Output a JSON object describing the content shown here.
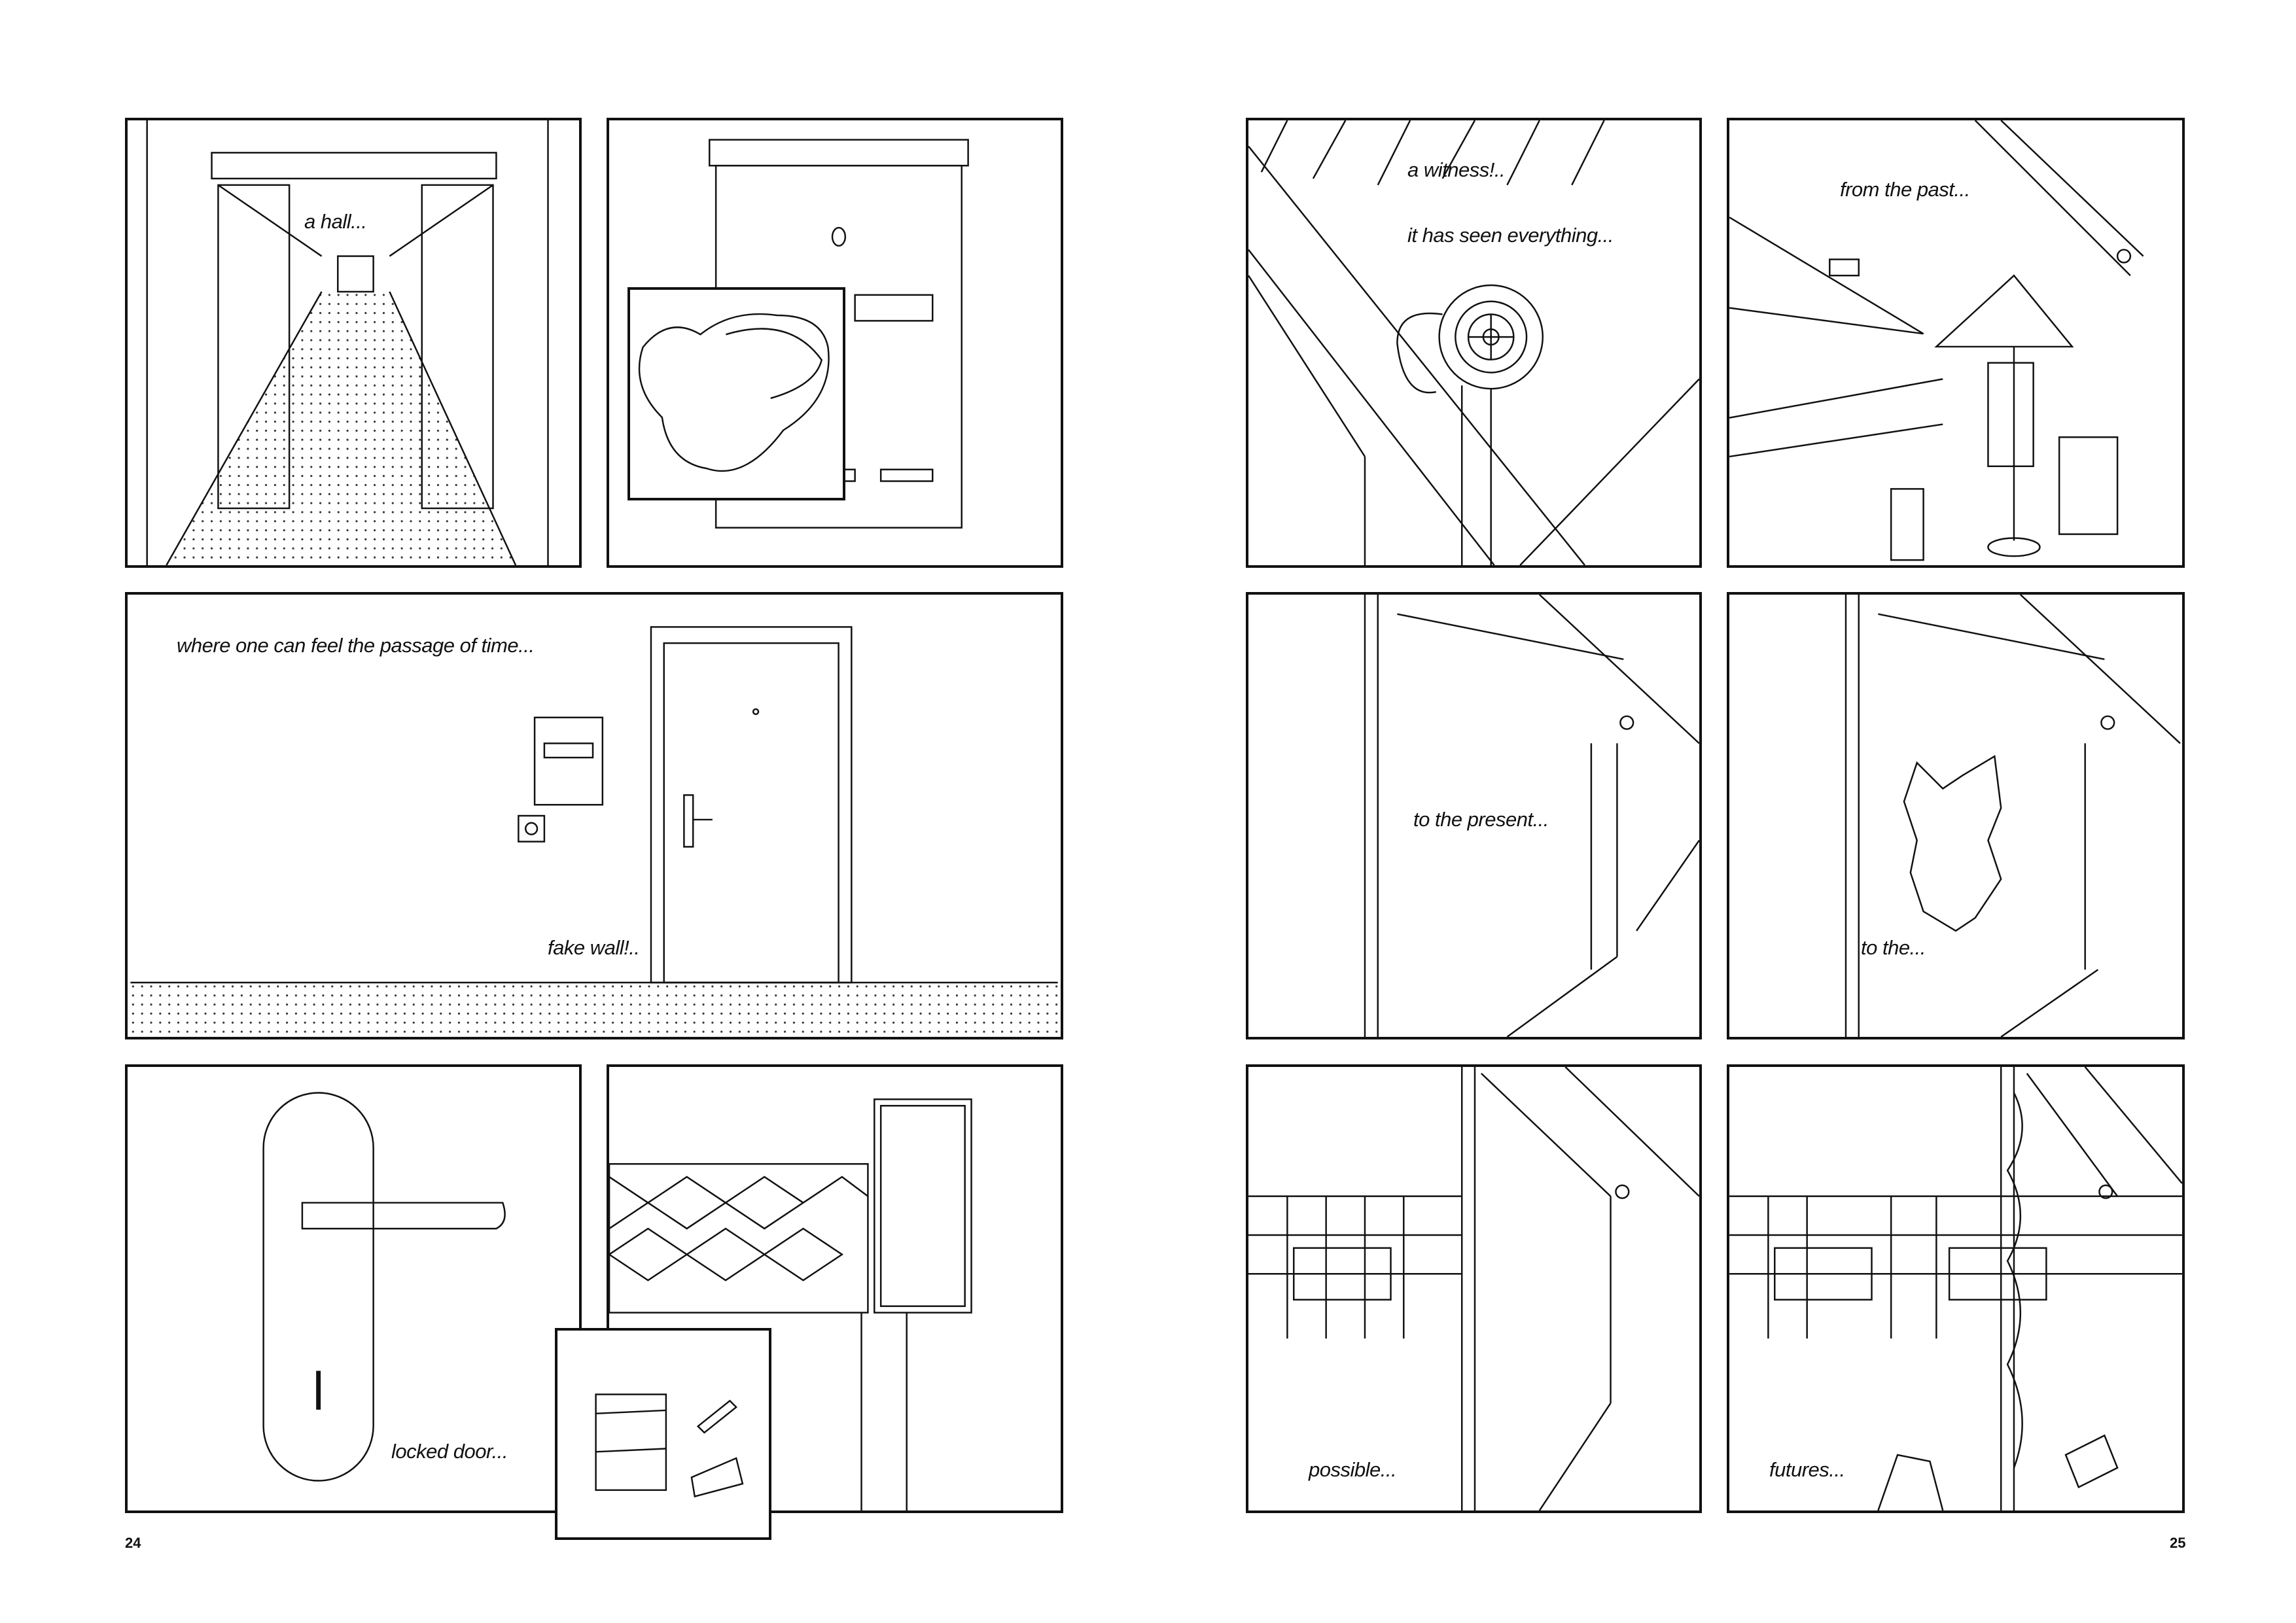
{
  "left_page": {
    "page_number": "24",
    "panels": [
      {
        "caption": "a hall..."
      },
      {
        "caption": ""
      },
      {
        "caption": "where one can feel the passage of time...",
        "caption2": "fake wall!.."
      },
      {
        "caption": "locked door..."
      },
      {
        "caption": ""
      }
    ]
  },
  "right_page": {
    "page_number": "25",
    "panels": [
      {
        "caption": "a witness!..",
        "caption2": "it has seen everything..."
      },
      {
        "caption": "from the past..."
      },
      {
        "caption": "to the present..."
      },
      {
        "caption": "to the..."
      },
      {
        "caption": "possible..."
      },
      {
        "caption": "futures..."
      }
    ]
  }
}
